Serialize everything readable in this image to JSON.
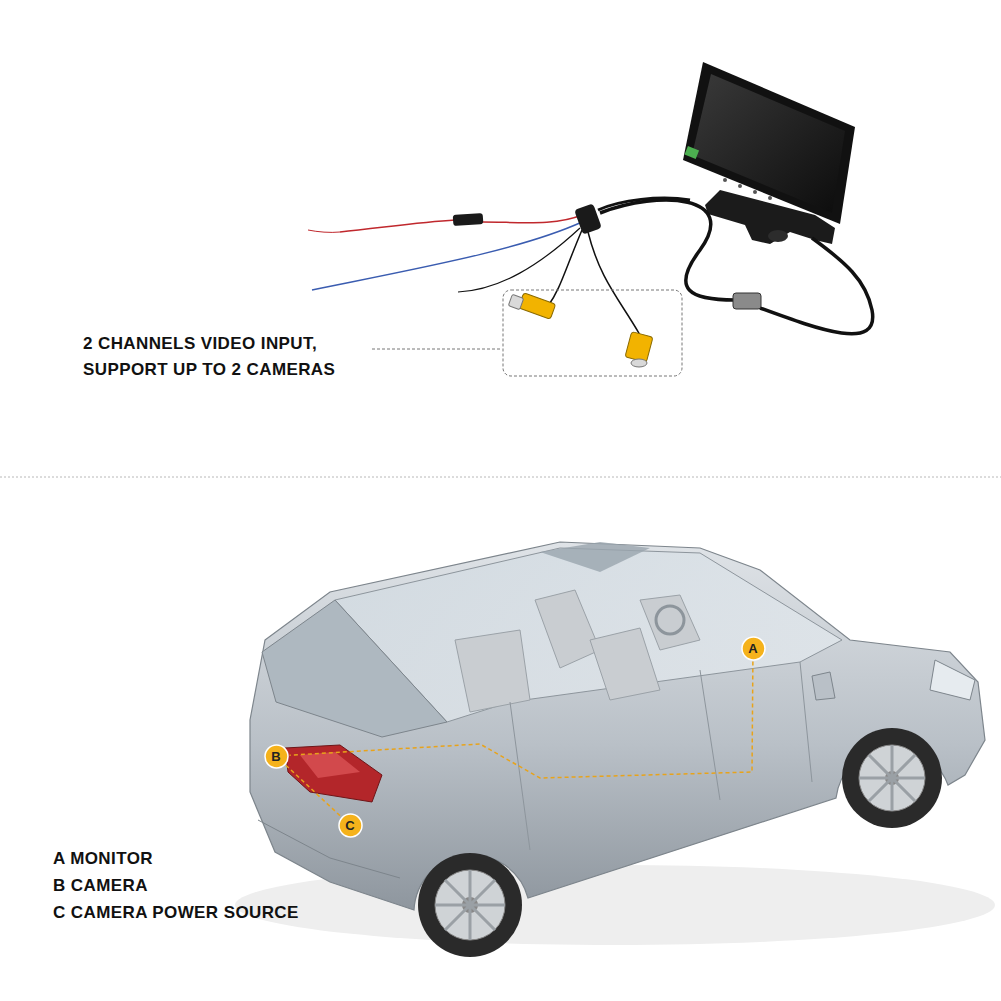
{
  "diagram": {
    "nodes": [
      {
        "text": [
          "A"
        ]
      },
      {
        "text": [
          "B"
        ]
      },
      {
        "text": [
          "C"
        ]
      }
    ],
    "edges": [
      {
        "from": 0,
        "to": 1,
        "arrow": "none"
      },
      {
        "from": 1,
        "to": 2,
        "arrow": "none"
      }
    ],
    "labels": [
      "2 CHANNELS VIDEO INPUT, SUPPORT UP TO 2 CAMERAS",
      "A MONITOR",
      "B CAMERA",
      "C CAMERA POWER SOURCE"
    ]
  }
}
